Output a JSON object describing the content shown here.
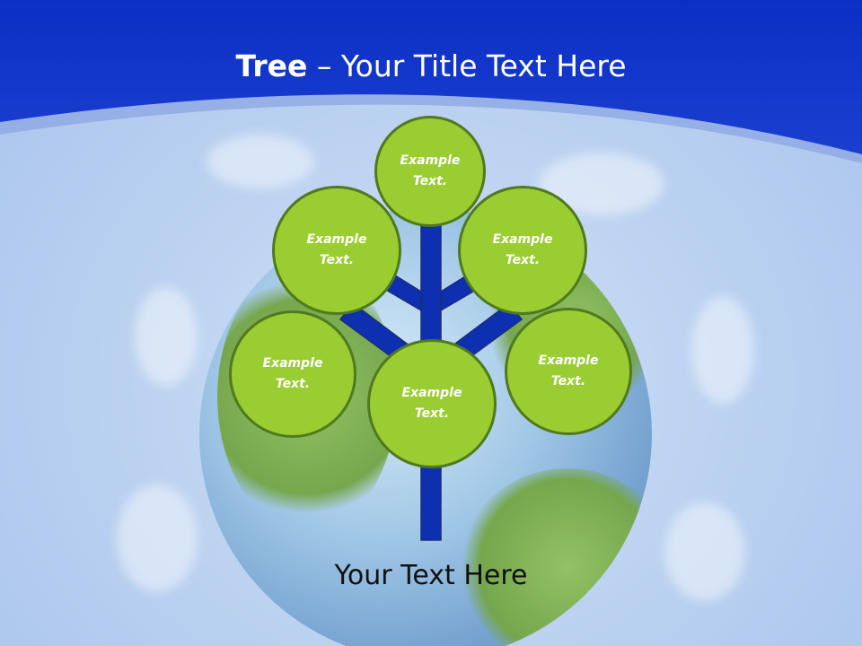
{
  "title": {
    "bold": "Tree",
    "rest": " – Your Title Text Here"
  },
  "nodes": [
    {
      "label": "Example\nText."
    },
    {
      "label": "Example\nText."
    },
    {
      "label": "Example\nText."
    },
    {
      "label": "Example\nText."
    },
    {
      "label": "Example\nText."
    },
    {
      "label": "Example\nText."
    }
  ],
  "caption": "Your Text Here",
  "colors": {
    "header": "#0b2fc4",
    "node_fill": "#9acd32",
    "node_border": "#4f7a1e",
    "trunk": "#0d2fb0"
  }
}
